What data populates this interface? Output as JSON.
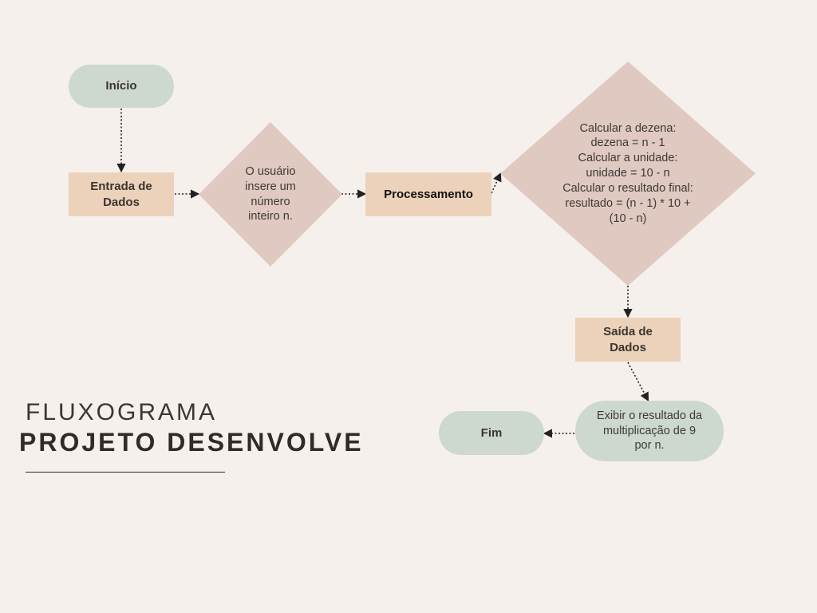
{
  "diagram": {
    "nodes": {
      "inicio": "Início",
      "entrada": "Entrada de\nDados",
      "usuario": "O usuário\ninsere um\nnúmero\ninteiro n.",
      "processamento": "Processamento",
      "calculo": "Calcular a dezena:\ndezena = n - 1\nCalcular a unidade:\nunidade = 10 - n\nCalcular o resultado final:\nresultado = (n - 1) * 10 +\n(10 - n)",
      "saida": "Saída de\nDados",
      "exibir": "Exibir o resultado da\nmultiplicação de 9\npor n.",
      "fim": "Fim"
    },
    "colors": {
      "background": "#f5f0eb",
      "terminal": "#cdd8cf",
      "process": "#edd2bb",
      "decision": "#dfc9c0",
      "text": "#333333"
    }
  },
  "title": {
    "line1": "FLUXOGRAMA",
    "line2": "PROJETO DESENVOLVE"
  }
}
